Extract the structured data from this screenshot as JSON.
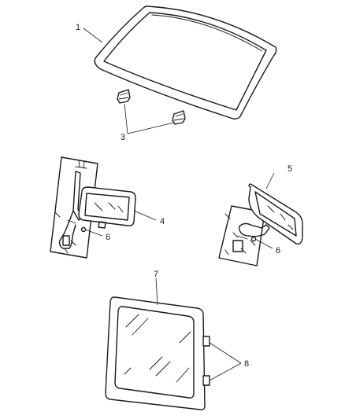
{
  "callouts": {
    "c1": "1",
    "c3": "3",
    "c4": "4",
    "c5": "5",
    "c6a": "6",
    "c6b": "6",
    "c7": "7",
    "c8": "8"
  }
}
